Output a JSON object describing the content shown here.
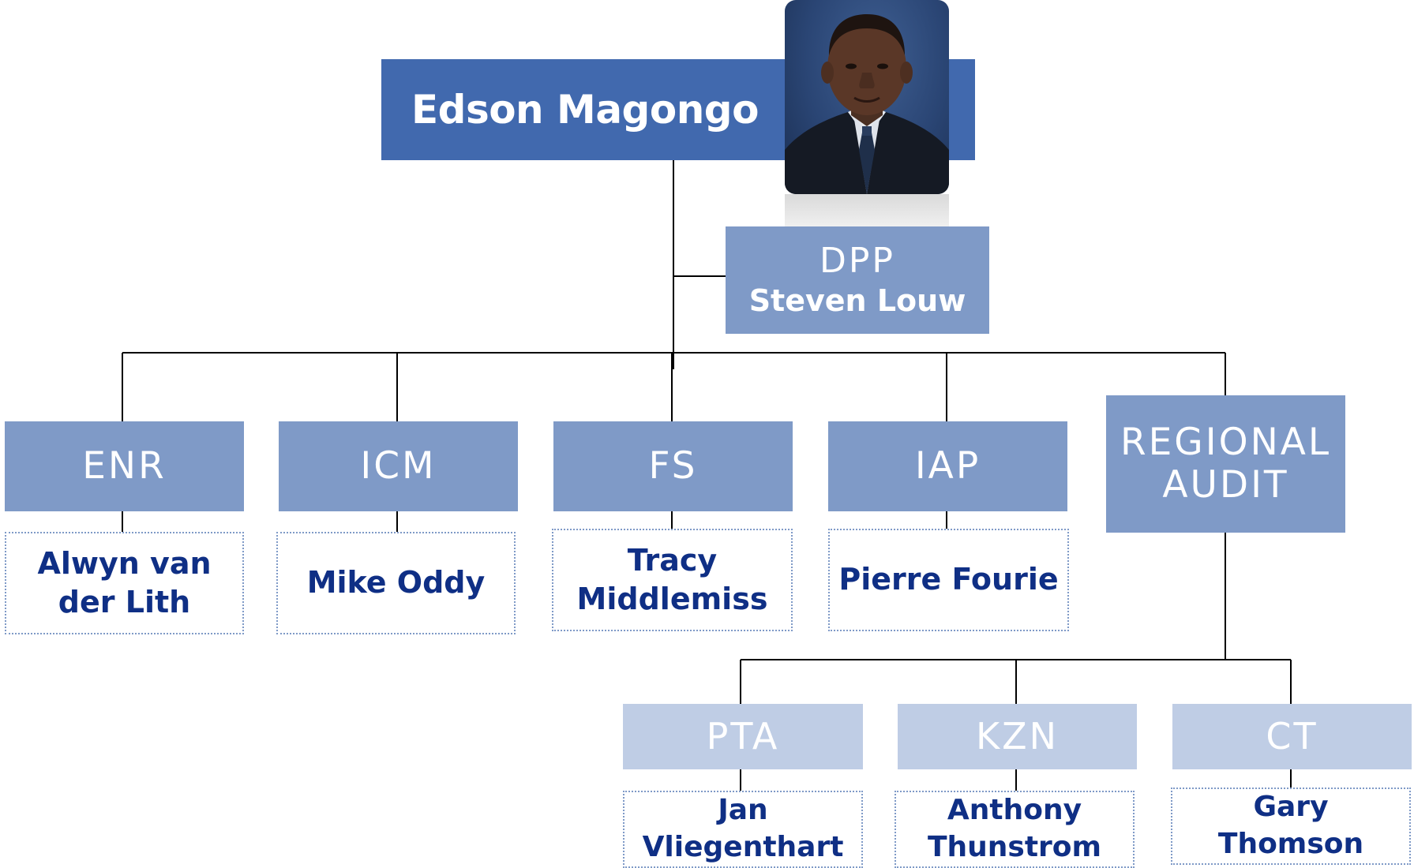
{
  "head": {
    "name": "Edson Magongo"
  },
  "deputy": {
    "title": "DPP",
    "name": "Steven Louw"
  },
  "departments": [
    {
      "code": "ENR",
      "head": "Alwyn van der Lith"
    },
    {
      "code": "ICM",
      "head": "Mike Oddy"
    },
    {
      "code": "FS",
      "head": "Tracy Middlemiss"
    },
    {
      "code": "IAP",
      "head": "Pierre Fourie"
    },
    {
      "code": "REGIONAL AUDIT",
      "head": ""
    }
  ],
  "regions": [
    {
      "code": "PTA",
      "head": "Jan Vliegenthart"
    },
    {
      "code": "KZN",
      "head": "Anthony Thunstrom"
    },
    {
      "code": "CT",
      "head": "Gary Thomson"
    }
  ],
  "colors": {
    "head_fill": "#4169AE",
    "dept_fill": "#7F9AC7",
    "region_fill": "#BFCDE5",
    "name_text": "#0F2F85",
    "connector": "#000000"
  },
  "icons": {
    "portrait": "person-photo"
  }
}
